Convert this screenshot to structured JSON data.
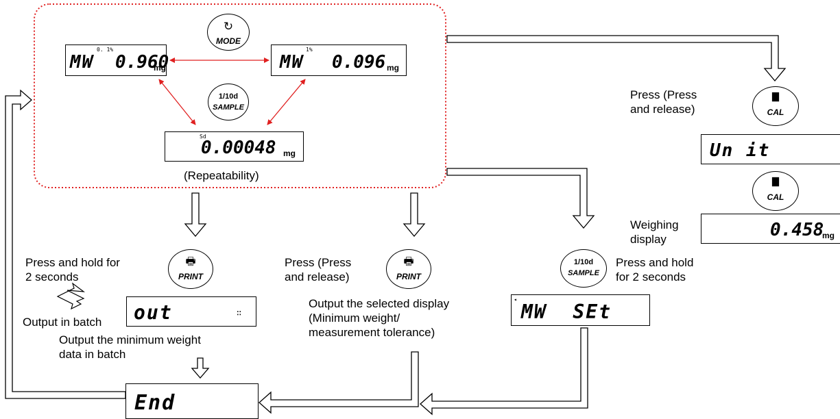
{
  "buttons": {
    "mode": "MODE",
    "sample": "SAMPLE",
    "sample_prefix": "1/10d",
    "print": "PRINT",
    "cal": "CAL"
  },
  "displays": {
    "mw_01": {
      "label": "MW",
      "value": "0.960",
      "unit": "mg",
      "indicator": "0. 1%"
    },
    "mw_1": {
      "label": "MW",
      "value": "0.096",
      "unit": "mg",
      "indicator": "1%"
    },
    "sd": {
      "indicator": "Sd",
      "value": "0.00048",
      "unit": "mg"
    },
    "unit": {
      "value": "Un it"
    },
    "weighing": {
      "value": "0.458",
      "unit": "mg"
    },
    "out": {
      "value": "out"
    },
    "mwset": {
      "value": "MW  SEt"
    },
    "end": {
      "value": "End"
    }
  },
  "labels": {
    "repeatability": "(Repeatability)",
    "press_release_cal_1": "Press (Press",
    "press_release_cal_2": "and release)",
    "weighing_display_1": "Weighing",
    "weighing_display_2": "display",
    "press_hold_2s_1": "Press and hold for",
    "press_hold_2s_2": "2 seconds",
    "output_in_batch": "Output in batch",
    "output_min_weight_1": "Output the minimum weight",
    "output_min_weight_2": "data in batch",
    "press_release_print_1": "Press (Press",
    "press_release_print_2": "and release)",
    "output_selected_1": "Output the selected display",
    "output_selected_2": "(Minimum weight/",
    "output_selected_3": "measurement tolerance)",
    "press_hold_sample_1": "Press and hold",
    "press_hold_sample_2": "for 2 seconds"
  },
  "colors": {
    "group_border": "#e02020",
    "cycle_arrows": "#e02020",
    "flow_lines": "#000000"
  }
}
